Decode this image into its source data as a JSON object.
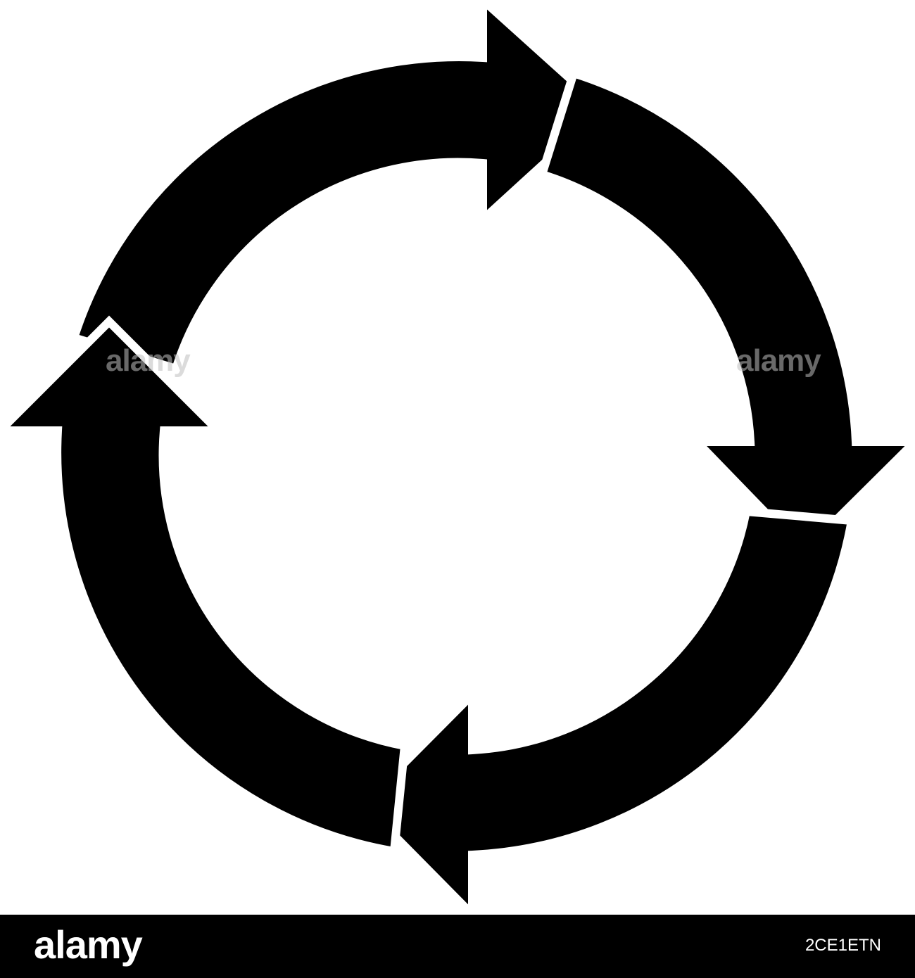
{
  "figure": {
    "shape": "four arrows forming a clockwise circular cycle",
    "fill_color": "#000000",
    "background_color": "#ffffff",
    "arrows": [
      {
        "name": "top-arrow",
        "direction": "right"
      },
      {
        "name": "right-arrow",
        "direction": "down"
      },
      {
        "name": "bottom-arrow",
        "direction": "left"
      },
      {
        "name": "left-arrow",
        "direction": "up"
      }
    ]
  },
  "watermark": {
    "left_text": "alamy",
    "right_text": "alamy",
    "color": "#bfbfbf"
  },
  "footer": {
    "logo_text": "alamy",
    "image_id": "2CE1ETN",
    "background_color": "#000000"
  }
}
